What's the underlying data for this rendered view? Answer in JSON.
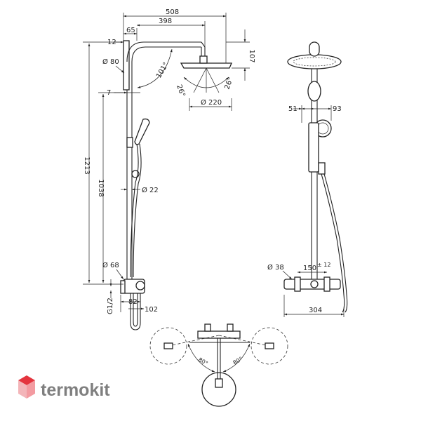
{
  "brand": {
    "name": "termokit",
    "colors": {
      "top": "#e4343e",
      "left": "#f3b5b9",
      "right": "#f39ba1",
      "text": "#7f7f7f"
    }
  },
  "dimensions": {
    "d508": "508",
    "d398": "398",
    "d65": "65",
    "d12": "12",
    "d107": "107",
    "d80": "Ø 80",
    "d101": "101°",
    "d26a": "26°",
    "d26b": "26°",
    "d220": "Ø 220",
    "d7": "7",
    "d1213": "1213",
    "d1038": "1038",
    "d22": "Ø 22",
    "d68": "Ø 68",
    "dG12": "G1/2",
    "d82": "82",
    "d102": "102",
    "d51": "51",
    "d93": "93",
    "d38": "Ø 38",
    "d150": "150",
    "d150tol": "± 12",
    "d304": "304",
    "d80a": "80°",
    "d80b": "80°"
  }
}
